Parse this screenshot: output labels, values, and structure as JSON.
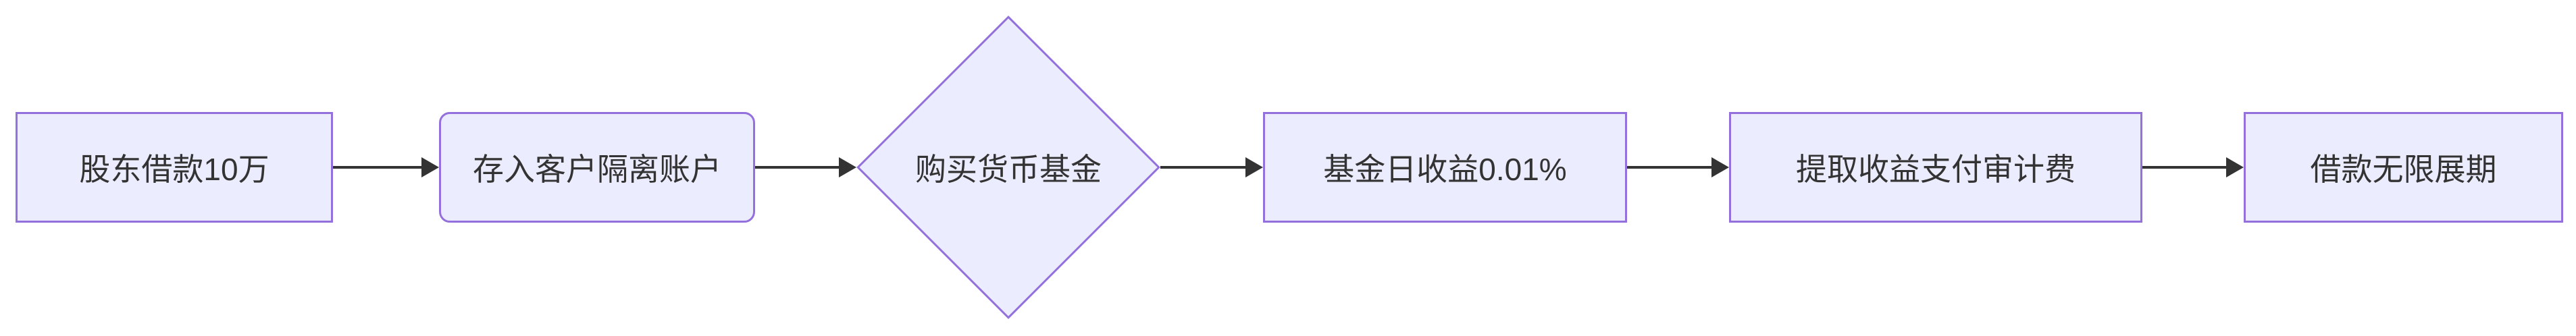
{
  "diagram": {
    "type": "flowchart",
    "direction": "left-to-right",
    "colors": {
      "background": "#FFFFFF",
      "node_fill": "#ECECFF",
      "node_border": "#9370DB",
      "text": "#333333",
      "edge": "#333333"
    },
    "nodes": [
      {
        "id": "A",
        "label": "股东借款10万",
        "shape": "rectangle"
      },
      {
        "id": "B",
        "label": "存入客户隔离账户",
        "shape": "rounded-rectangle"
      },
      {
        "id": "C",
        "label": "购买货币基金",
        "shape": "diamond"
      },
      {
        "id": "D",
        "label": "基金日收益0.01%",
        "shape": "rectangle"
      },
      {
        "id": "E",
        "label": "提取收益支付审计费",
        "shape": "rectangle"
      },
      {
        "id": "F",
        "label": "借款无限展期",
        "shape": "rectangle"
      }
    ],
    "edges": [
      {
        "from": "A",
        "to": "B",
        "label": ""
      },
      {
        "from": "B",
        "to": "C",
        "label": ""
      },
      {
        "from": "C",
        "to": "D",
        "label": ""
      },
      {
        "from": "D",
        "to": "E",
        "label": ""
      },
      {
        "from": "E",
        "to": "F",
        "label": ""
      }
    ]
  }
}
